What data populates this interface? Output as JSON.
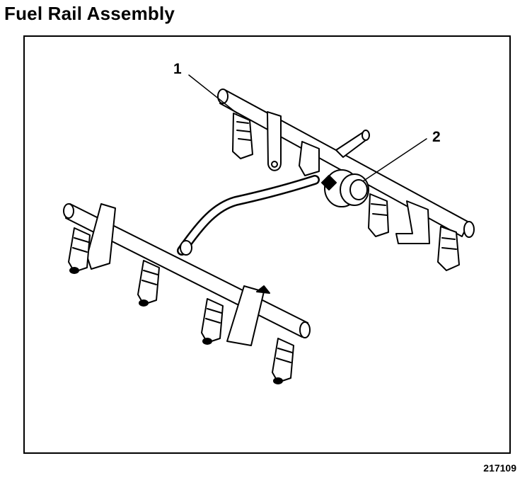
{
  "header": {
    "title": "Fuel Rail Assembly"
  },
  "diagram": {
    "callouts": [
      {
        "id": "1",
        "label": "1"
      },
      {
        "id": "2",
        "label": "2"
      }
    ],
    "figure_number": "217109"
  }
}
